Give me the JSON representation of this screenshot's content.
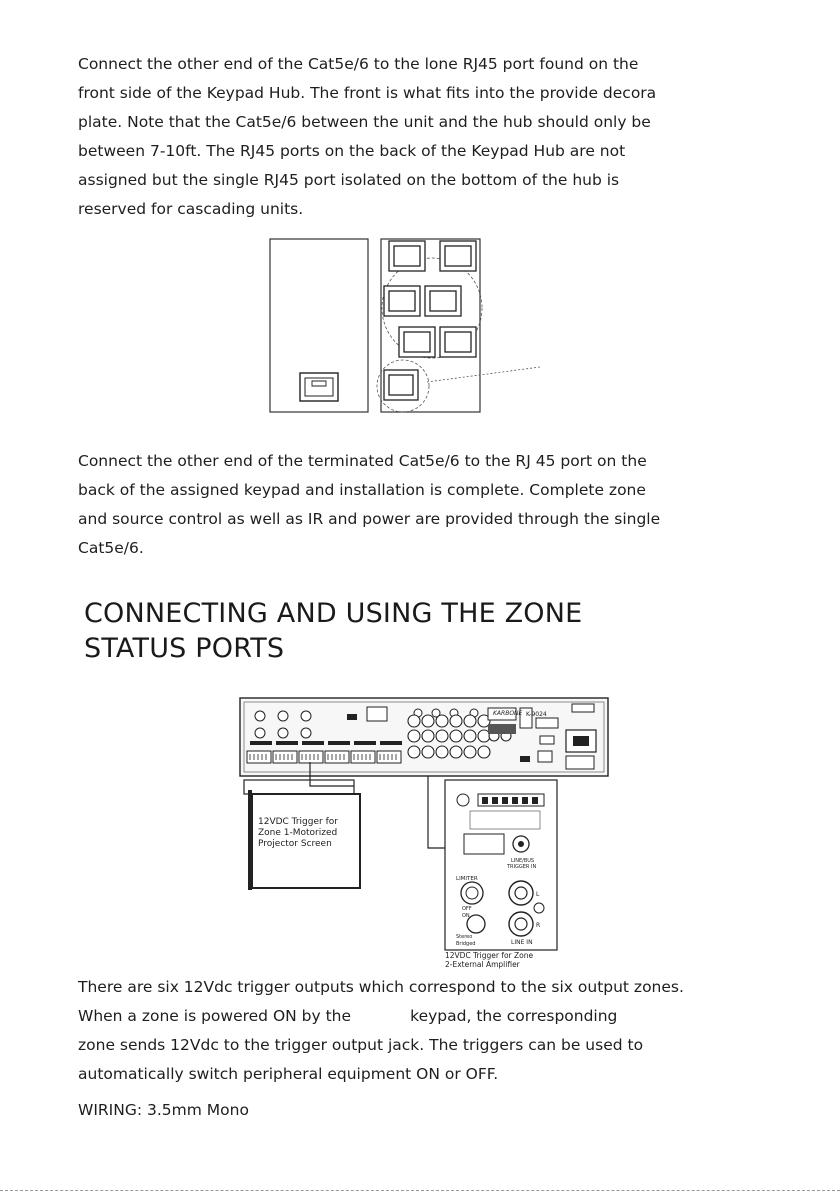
{
  "para1": [
    "Connect the other end of the Cat5e/6 to the lone RJ45 port found on the",
    "front side of the Keypad Hub. The front is what fits into the provide decora",
    "plate. Note that the Cat5e/6 between the unit and the hub should only be",
    "between 7-10ft. The RJ45 ports on the back of the Keypad Hub are not",
    "assigned but the single RJ45 port isolated on the bottom of the hub is",
    "reserved for cascading units."
  ],
  "para2": [
    "Connect the other end of the terminated Cat5e/6 to the RJ 45 port on the",
    "back of the assigned keypad and installation is complete. Complete zone",
    "and source control as well as IR and power are provided through the single",
    "Cat5e/6."
  ],
  "heading": {
    "line1": "CONNECTING AND USING THE ZONE",
    "line2": "STATUS PORTS"
  },
  "figure2": {
    "brand": "KARBONE",
    "model": "K-9024",
    "screen_label": [
      "12VDC Trigger for",
      "Zone 1-Motorized",
      "Projector Screen"
    ],
    "amp_label": [
      "12VDC Trigger for Zone",
      "2-External Amplifier"
    ],
    "trigger_in": [
      "LINE/BUS",
      "TRIGGER IN"
    ],
    "limiter": "LIMITER",
    "off": "OFF",
    "on": "ON",
    "stereo": "Stereo",
    "bridged": "Bridged",
    "line_in": "LINE IN",
    "l": "L",
    "r": "R"
  },
  "para3": [
    "There are six 12Vdc trigger outputs which correspond to the six output zones.",
    "When a zone is powered ON by the            keypad, the corresponding",
    "zone sends 12Vdc to the trigger output jack. The triggers can be used to",
    "automatically switch peripheral equipment ON or OFF."
  ],
  "wiring": "WIRING: 3.5mm Mono"
}
